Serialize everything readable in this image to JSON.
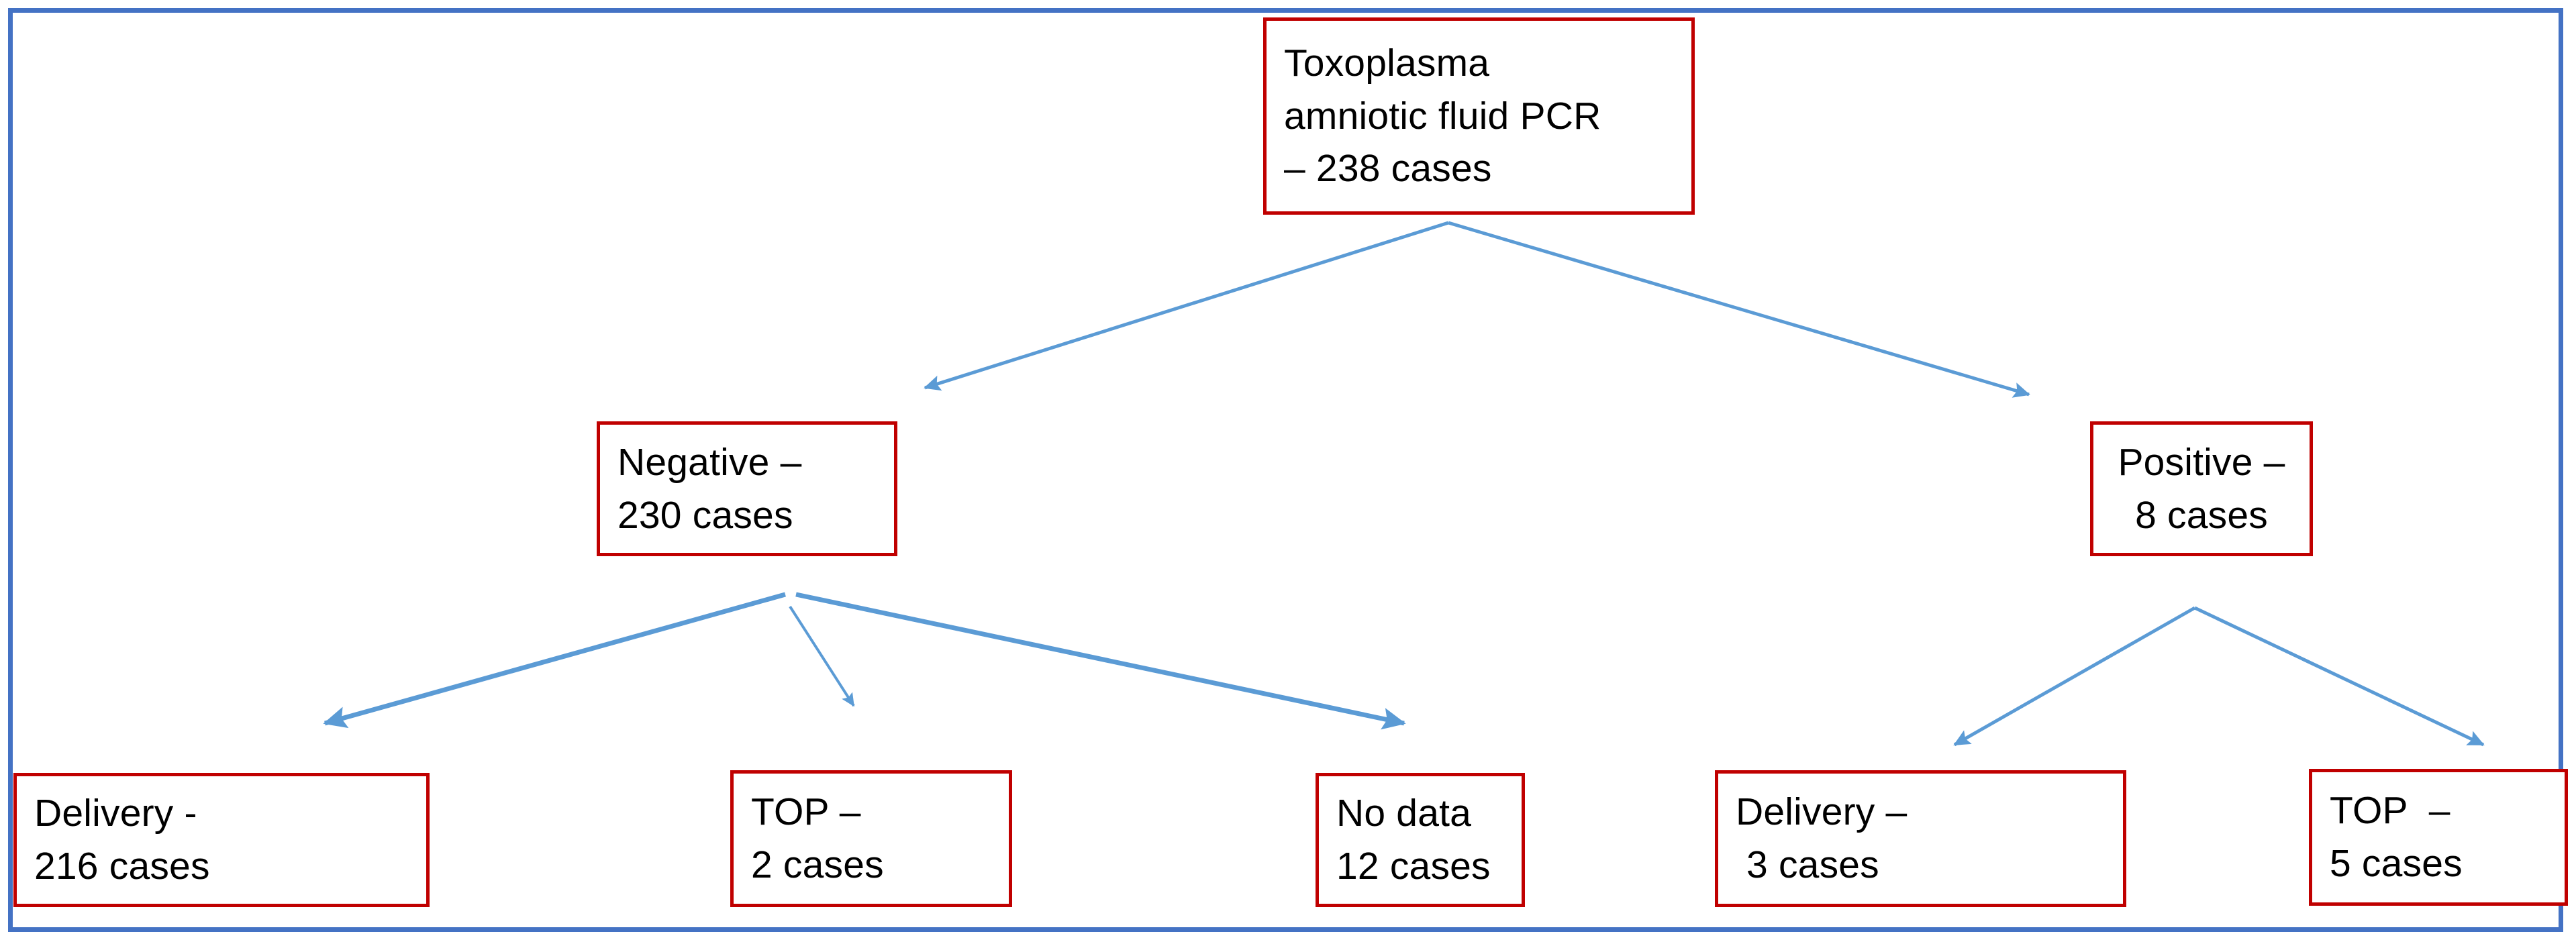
{
  "figure": {
    "type": "flowchart",
    "orientation": "top-down",
    "frame_color": "#4472C4",
    "node_border_color": "#C00000",
    "node_fill_color": "#FFFFFF",
    "connector_color": "#5B9BD5",
    "text_color": "#000000"
  },
  "nodes": {
    "root": {
      "id": "root",
      "lines": [
        "Toxoplasma",
        "amniotic fluid PCR",
        "– 238 cases"
      ],
      "label": "Toxoplasma amniotic fluid PCR – 238 cases",
      "count": 238,
      "align": "left"
    },
    "negative": {
      "id": "negative",
      "lines": [
        "Negative –",
        "230 cases"
      ],
      "label": "Negative – 230 cases",
      "count": 230,
      "align": "left"
    },
    "positive": {
      "id": "positive",
      "lines": [
        "Positive –",
        "8 cases"
      ],
      "label": "Positive – 8 cases",
      "count": 8,
      "align": "center"
    },
    "delivery_negative": {
      "id": "delivery-negative",
      "lines": [
        "Delivery -",
        "216 cases"
      ],
      "label": "Delivery - 216 cases",
      "count": 216,
      "align": "left"
    },
    "top_negative": {
      "id": "top-negative",
      "lines": [
        "TOP –",
        "2 cases"
      ],
      "label": "TOP – 2 cases",
      "count": 2,
      "align": "left"
    },
    "no_data": {
      "id": "no-data",
      "lines": [
        "No data",
        "12 cases"
      ],
      "label": "No data 12 cases",
      "count": 12,
      "align": "left"
    },
    "delivery_positive": {
      "id": "delivery-positive",
      "lines": [
        "Delivery –",
        " 3 cases"
      ],
      "label": "Delivery – 3 cases",
      "count": 3,
      "align": "left"
    },
    "top_positive": {
      "id": "top-positive",
      "lines": [
        "TOP  –",
        "5 cases"
      ],
      "label": "TOP  – 5 cases",
      "count": 5,
      "align": "left"
    }
  },
  "edges": [
    {
      "from": "root",
      "to": "negative"
    },
    {
      "from": "root",
      "to": "positive"
    },
    {
      "from": "negative",
      "to": "delivery_negative"
    },
    {
      "from": "negative",
      "to": "top_negative"
    },
    {
      "from": "negative",
      "to": "no_data"
    },
    {
      "from": "positive",
      "to": "delivery_positive"
    },
    {
      "from": "positive",
      "to": "top_positive"
    }
  ],
  "chart_data": {
    "type": "table",
    "title": "Toxoplasma amniotic fluid PCR – 238 cases",
    "categories": [
      "Toxoplasma amniotic fluid PCR",
      "Negative",
      "Positive",
      "Delivery (negative)",
      "TOP (negative)",
      "No data (negative)",
      "Delivery (positive)",
      "TOP (positive)"
    ],
    "values": [
      238,
      230,
      8,
      216,
      2,
      12,
      3,
      5
    ]
  }
}
